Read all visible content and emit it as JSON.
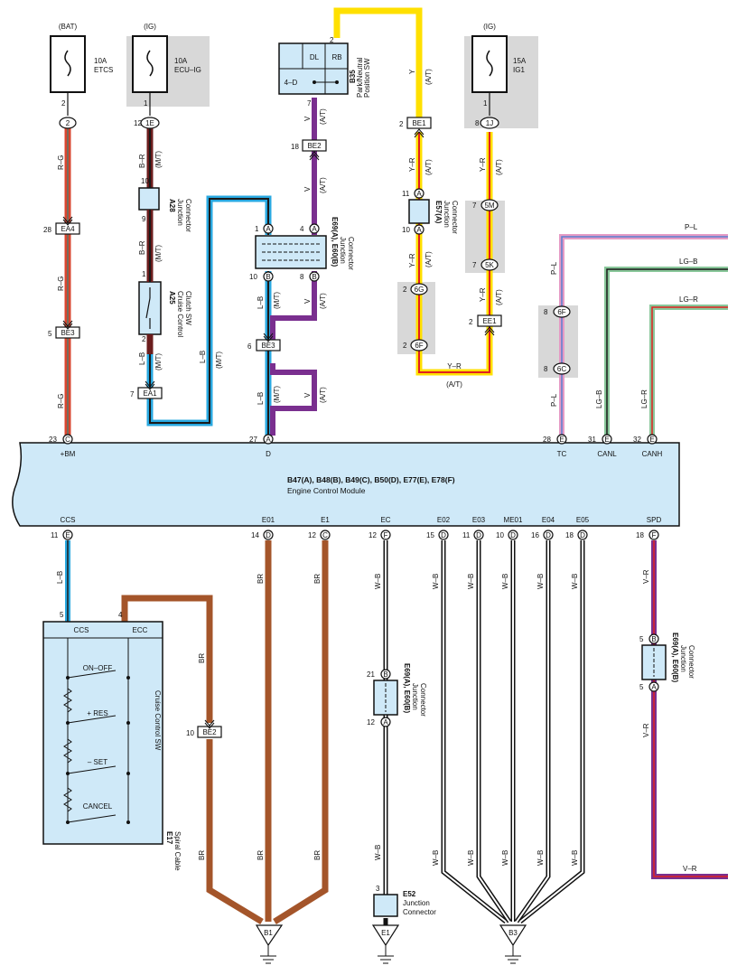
{
  "ecm": {
    "ids": "B47(A), B48(B), B49(C), B50(D), E77(E), E78(F)",
    "name": "Engine Control Module",
    "top_terms": [
      {
        "pin": "23",
        "conn": "C",
        "label": "+BM"
      },
      {
        "pin": "27",
        "conn": "A",
        "label": "D"
      },
      {
        "pin": "28",
        "conn": "E",
        "label": "TC"
      },
      {
        "pin": "31",
        "conn": "E",
        "label": "CANL"
      },
      {
        "pin": "32",
        "conn": "E",
        "label": "CANH"
      }
    ],
    "bottom_terms": [
      {
        "pin": "11",
        "conn": "E",
        "label": "CCS"
      },
      {
        "pin": "14",
        "conn": "D",
        "label": "E01"
      },
      {
        "pin": "12",
        "conn": "C",
        "label": "E1"
      },
      {
        "pin": "12",
        "conn": "F",
        "label": "EC"
      },
      {
        "pin": "15",
        "conn": "D",
        "label": "E02"
      },
      {
        "pin": "11",
        "conn": "D",
        "label": "E03"
      },
      {
        "pin": "10",
        "conn": "D",
        "label": "ME01"
      },
      {
        "pin": "16",
        "conn": "D",
        "label": "E04"
      },
      {
        "pin": "18",
        "conn": "D",
        "label": "E05"
      },
      {
        "pin": "18",
        "conn": "F",
        "label": "SPD"
      }
    ]
  },
  "fuses": {
    "etcs": {
      "source": "(BAT)",
      "rating": "10A",
      "name": "ETCS",
      "pin": "2"
    },
    "ecuig": {
      "source": "(IG)",
      "rating": "10A",
      "name": "ECU–IG",
      "pin": "1"
    },
    "ig1": {
      "source": "(IG)",
      "rating": "15A",
      "name": "IG1",
      "pin": "1"
    }
  },
  "connectors": {
    "c2": "2",
    "c1e": {
      "pin": "12",
      "id": "1E"
    },
    "c1j": {
      "pin": "8",
      "id": "1J"
    },
    "ea4": {
      "pin": "28",
      "id": "EA4"
    },
    "be3a": {
      "pin": "5",
      "id": "BE3"
    },
    "ea1": {
      "pin": "7",
      "id": "EA1"
    },
    "be3b": {
      "pin": "6",
      "id": "BE3"
    },
    "be2a": {
      "pin": "18",
      "id": "BE2"
    },
    "be1": {
      "pin": "2",
      "id": "BE1"
    },
    "ee1": {
      "pin": "2",
      "id": "EE1"
    },
    "be2b": {
      "pin": "10",
      "id": "BE2"
    },
    "c5m": {
      "pin": "7",
      "id": "5M"
    },
    "c5k": {
      "pin": "7",
      "id": "5K"
    },
    "c6g": {
      "pin": "2",
      "id": "6G"
    },
    "c6f": {
      "pin": "2",
      "id": "6F"
    },
    "c6f2": {
      "pin": "8",
      "id": "6F"
    },
    "c6c": {
      "pin": "8",
      "id": "6C"
    }
  },
  "components": {
    "a28": {
      "id": "A28",
      "name": "Junction",
      "name2": "Connector",
      "pin_top": "10",
      "pin_bot": "9"
    },
    "a25": {
      "id": "A25",
      "name": "Cruise Control",
      "name2": "Clutch SW",
      "pin_top": "1",
      "pin_bot": "2"
    },
    "b35": {
      "id": "B35",
      "name": "Park/Neutral",
      "name2": "Position SW",
      "dl": "DL",
      "rb": "RB",
      "fourd": "4–D",
      "pin_top": "2",
      "pin_bot": "7"
    },
    "e69top": {
      "id": "E69(A), E60(B)",
      "name": "Junction",
      "name2": "Connector",
      "pins": [
        "1",
        "A",
        "4",
        "A",
        "10",
        "B",
        "8",
        "B"
      ]
    },
    "e57": {
      "id": "E57(A)",
      "name": "Junction",
      "name2": "Connector",
      "pins": [
        "11",
        "A",
        "10",
        "A"
      ]
    },
    "e17": {
      "id": "E17",
      "name": "Spiral Cable",
      "sw": "Cruise Control SW",
      "ccs": "CCS",
      "ecc": "ECC",
      "pin5": "5",
      "pin4": "4",
      "onoff": "ON–OFF",
      "res": "+ RES",
      "set": "– SET",
      "cancel": "CANCEL"
    },
    "e69mid": {
      "id": "E69(A), E60(B)",
      "name": "Junction",
      "name2": "Connector",
      "pins": [
        "21",
        "B",
        "12",
        "A"
      ]
    },
    "e69spd": {
      "id": "E69(A), E60(B)",
      "name": "Junction",
      "name2": "Connector",
      "pins": [
        "5",
        "B",
        "5",
        "A"
      ]
    },
    "e52": {
      "id": "E52",
      "name": "Junction",
      "name2": "Connector",
      "pin": "3"
    }
  },
  "grounds": [
    "B1",
    "E1",
    "B3"
  ],
  "wires": {
    "rg": "R–G",
    "br": "B–R",
    "lb": "L–B",
    "v": "V",
    "y": "Y",
    "yr": "Y–R",
    "pl": "P–L",
    "lgb": "LG–B",
    "lgr": "LG–R",
    "brn": "BR",
    "wb": "W–B",
    "vr": "V–R",
    "mt": "(M/T)",
    "at": "(A/T)"
  },
  "colors": {
    "rg_outer": "#d9452f",
    "rg_inner": "#7a6a5a",
    "br_outer": "#6b1d1d",
    "br_inner": "#1a1a1a",
    "lb_outer": "#29a8e0",
    "lb_inner": "#1a1a1a",
    "violet": "#7a2f8f",
    "yellow": "#ffe000",
    "yr_outer": "#ffe000",
    "yr_inner": "#e02020",
    "pink": "#e59bc5",
    "lg": "#89c79a",
    "brown": "#a4552a",
    "vr_outer": "#7a2f8f",
    "vr_inner": "#e02020",
    "ecm_fill": "#cfe9f8",
    "gray": "#d8d8d8"
  }
}
